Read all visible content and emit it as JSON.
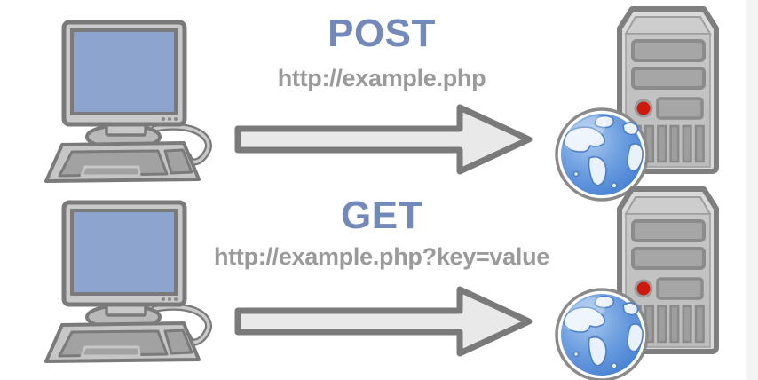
{
  "canvas": {
    "background": "#ffffff",
    "right_edge_shade": "#f4f4f4"
  },
  "rows": [
    {
      "method": "POST",
      "url": "http://example.php"
    },
    {
      "method": "GET",
      "url": "http://example.php?key=value"
    }
  ],
  "icons": {
    "client": "desktop-computer-icon",
    "arrow": "request-arrow-icon",
    "server": "server-tower-icon",
    "globe": "globe-icon"
  },
  "colors": {
    "method_text": "#7289ba",
    "url_text": "#9a9a9a",
    "outline_gray": "#7a7a7a",
    "arrow_fill": "#e9e9e9",
    "monitor_bezel": "#c9c9c9",
    "screen_blue": "#8da5ce",
    "keyboard_inner": "#a2a2a2",
    "server_margin": "#dadada",
    "server_face": "#c0c0c0",
    "drive_bay": "#a6a6a6",
    "led_red": "#ce1a0e",
    "globe_ocean": "#3e79cf",
    "globe_land": "#e9f1fc",
    "globe_land_stroke": "#4c7ec5"
  }
}
